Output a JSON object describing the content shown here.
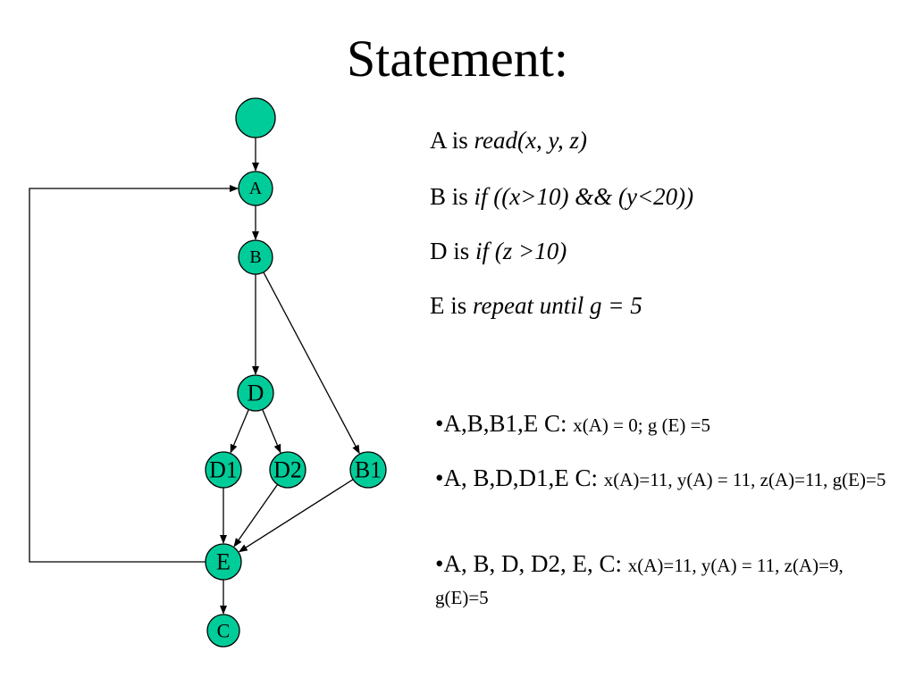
{
  "title": "Statement:",
  "statements": [
    {
      "prefix": "A is ",
      "code": "read(x, y, z)"
    },
    {
      "prefix": "B is ",
      "code": "if ((x>10) && (y<20))"
    },
    {
      "prefix": "D is ",
      "code": "if (z >10)"
    },
    {
      "prefix": "E is ",
      "code": "repeat until g = 5"
    }
  ],
  "paths": [
    {
      "path": "•A,B,B1,E C: ",
      "conditions": "x(A) = 0; g (E) =5"
    },
    {
      "path": "•A, B,D,D1,E C: ",
      "conditions": "x(A)=11, y(A) = 11, z(A)=11, g(E)=5"
    },
    {
      "path": "•A, B, D, D2, E, C: ",
      "conditions": "x(A)=11, y(A) = 11, z(A)=9, g(E)=5"
    }
  ],
  "graph": {
    "node_color": "#00CC99",
    "nodes": [
      {
        "id": "start",
        "label": ""
      },
      {
        "id": "A",
        "label": "A"
      },
      {
        "id": "B",
        "label": "B"
      },
      {
        "id": "D",
        "label": "D"
      },
      {
        "id": "D1",
        "label": "D1"
      },
      {
        "id": "D2",
        "label": "D2"
      },
      {
        "id": "B1",
        "label": "B1"
      },
      {
        "id": "E",
        "label": "E"
      },
      {
        "id": "C",
        "label": "C"
      }
    ],
    "edges": [
      {
        "from": "start",
        "to": "A"
      },
      {
        "from": "A",
        "to": "B"
      },
      {
        "from": "B",
        "to": "D"
      },
      {
        "from": "B",
        "to": "B1"
      },
      {
        "from": "D",
        "to": "D1"
      },
      {
        "from": "D",
        "to": "D2"
      },
      {
        "from": "D1",
        "to": "E"
      },
      {
        "from": "D2",
        "to": "E"
      },
      {
        "from": "B1",
        "to": "E"
      },
      {
        "from": "E",
        "to": "A",
        "kind": "loop-back"
      },
      {
        "from": "E",
        "to": "C"
      }
    ]
  }
}
